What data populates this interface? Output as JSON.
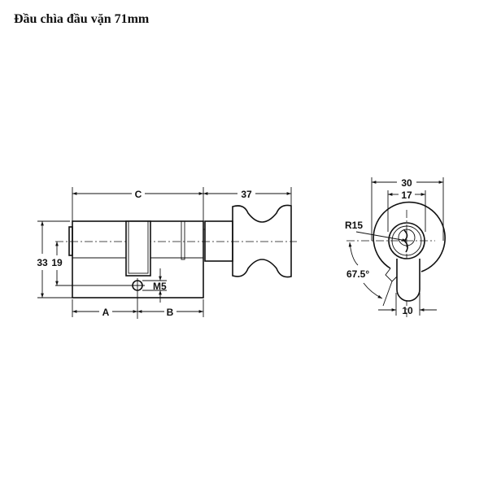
{
  "title": "Đầu chìa đầu vặn 71mm",
  "side_view": {
    "dim_c": "C",
    "dim_knob": "37",
    "dim_a": "A",
    "dim_b": "B",
    "dim_height": "33",
    "dim_center": "19",
    "dim_screw": "M5"
  },
  "front_view": {
    "dim_width": "30",
    "dim_inner": "17",
    "dim_radius": "R15",
    "dim_angle": "67.5°",
    "dim_cam": "10"
  }
}
